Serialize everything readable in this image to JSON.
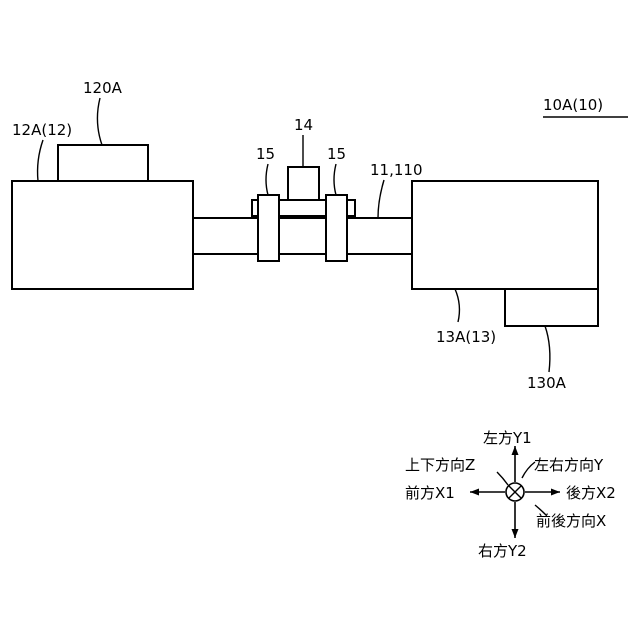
{
  "diagram": {
    "figure_label": "10A(10)",
    "left_unit_label": "12A(12)",
    "left_sub_label": "120A",
    "center_part_label": "14",
    "clamp_label_left": "15",
    "clamp_label_right": "15",
    "shaft_label": "11,110",
    "right_unit_label": "13A(13)",
    "right_sub_label": "130A"
  },
  "axes": {
    "left_y1": "左方Y1",
    "updown_z": "上下方向Z",
    "leftright_y": "左右方向Y",
    "front_x1": "前方X1",
    "back_x2": "後方X2",
    "frontback_x": "前後方向X",
    "right_y2": "右方Y2"
  }
}
